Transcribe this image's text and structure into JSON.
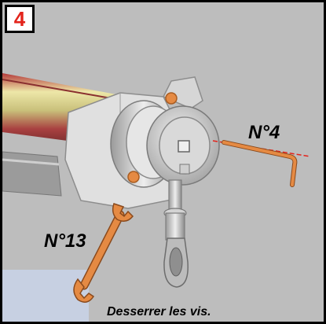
{
  "step": {
    "number": "4"
  },
  "tools": {
    "hex_key_label": "N°4",
    "wrench_label": "N°13"
  },
  "caption": "Desserrer les vis.",
  "colors": {
    "background": "#bdbdbd",
    "step_number": "#e3231b",
    "tool_orange": "#e58a43",
    "guide_line": "#e3231b",
    "awning_fabric": "#e9e2a0"
  },
  "icons": [
    "hex-key-icon",
    "wrench-icon",
    "motor-illustration"
  ]
}
